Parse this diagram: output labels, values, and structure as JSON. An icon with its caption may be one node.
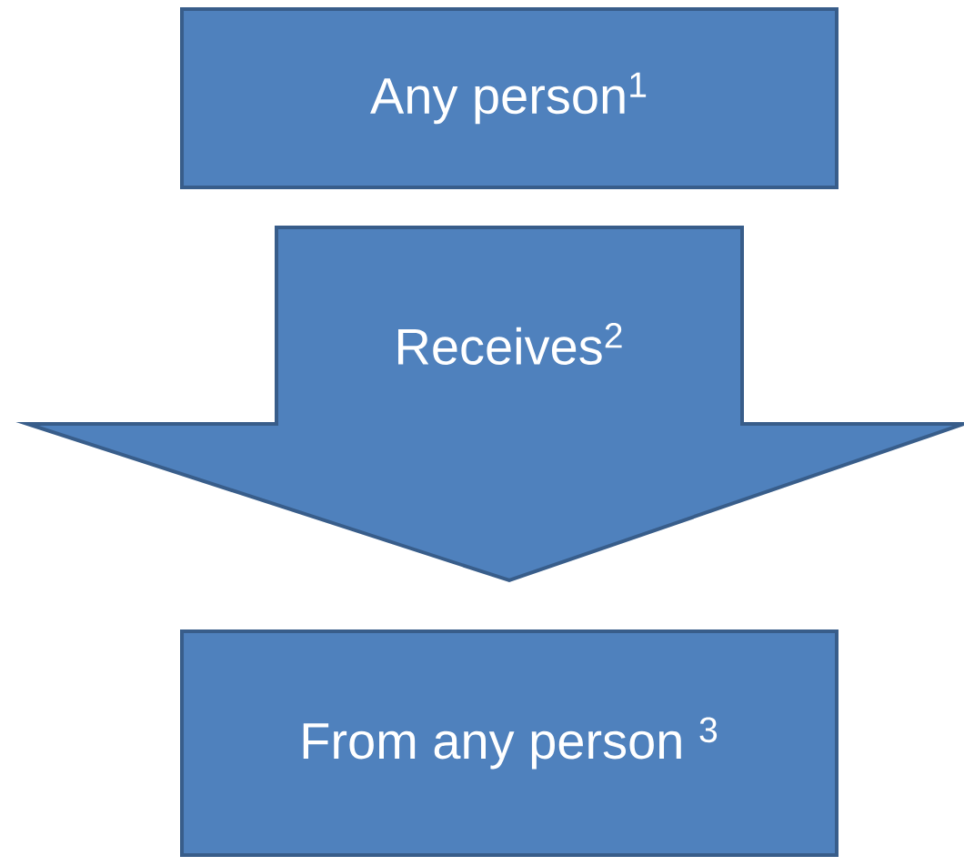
{
  "diagram": {
    "nodes": [
      {
        "text": [
          "Any person$^{1}$"
        ]
      },
      {
        "text": [
          "From any person $^{3}$"
        ]
      }
    ],
    "edges": [
      {
        "from": 0,
        "to": 1,
        "arrow": "to",
        "label": "Receives$^{2}$"
      }
    ]
  }
}
